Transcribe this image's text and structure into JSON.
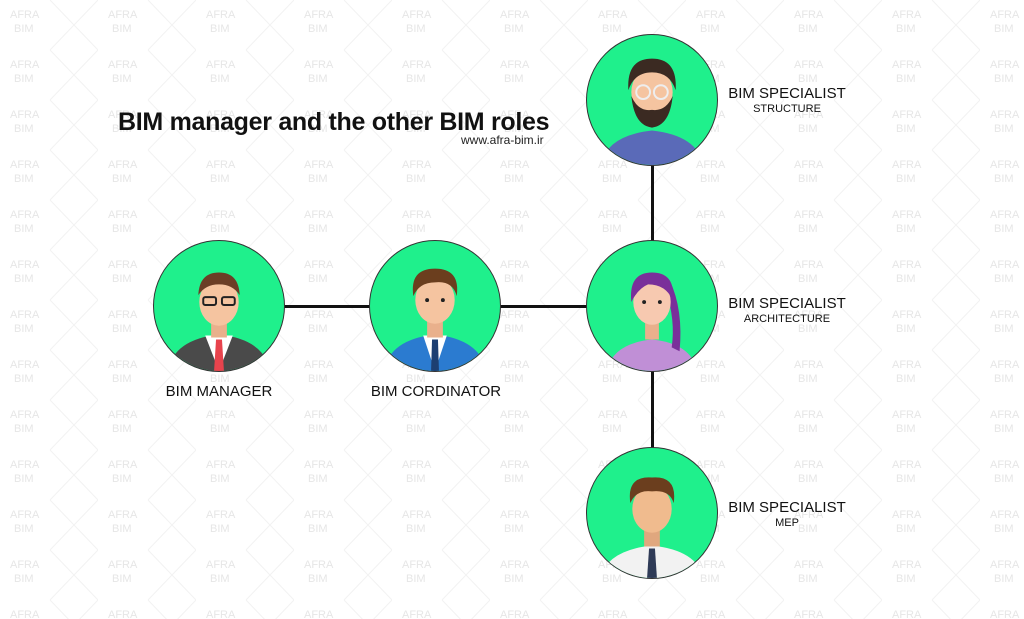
{
  "title": "BIM manager and the other BIM roles",
  "website": "www.afra-bim.ir",
  "watermark": "AFRA BIM",
  "colors": {
    "circle": "#1ff08c",
    "connector": "#111111"
  },
  "nodes": {
    "manager": {
      "label": "BIM MANAGER"
    },
    "coordinator": {
      "label": "BIM CORDINATOR"
    },
    "structure": {
      "role": "BIM SPECIALIST",
      "discipline": "STRUCTURE"
    },
    "architecture": {
      "role": "BIM SPECIALIST",
      "discipline": "ARCHITECTURE"
    },
    "mep": {
      "role": "BIM SPECIALIST",
      "discipline": "MEP"
    }
  }
}
